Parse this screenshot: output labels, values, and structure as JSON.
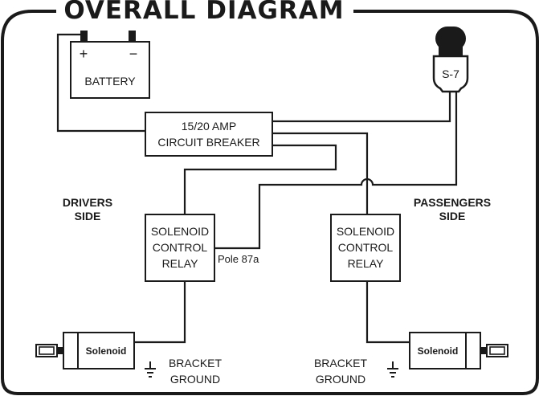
{
  "title": "OVERALL DIAGRAM",
  "battery": {
    "label": "BATTERY",
    "positive": "+",
    "negative": "−"
  },
  "switch": {
    "label": "S-7"
  },
  "breaker": {
    "line1": "15/20 AMP",
    "line2": "CIRCUIT BREAKER"
  },
  "drivers_side": {
    "label_line1": "DRIVERS",
    "label_line2": "SIDE",
    "relay": {
      "line1": "SOLENOID",
      "line2": "CONTROL",
      "line3": "RELAY"
    },
    "pole_label": "Pole 87a",
    "solenoid": "Solenoid",
    "ground": {
      "line1": "BRACKET",
      "line2": "GROUND"
    }
  },
  "passengers_side": {
    "label_line1": "PASSENGERS",
    "label_line2": "SIDE",
    "relay": {
      "line1": "SOLENOID",
      "line2": "CONTROL",
      "line3": "RELAY"
    },
    "solenoid": "Solenoid",
    "ground": {
      "line1": "BRACKET",
      "line2": "GROUND"
    }
  }
}
